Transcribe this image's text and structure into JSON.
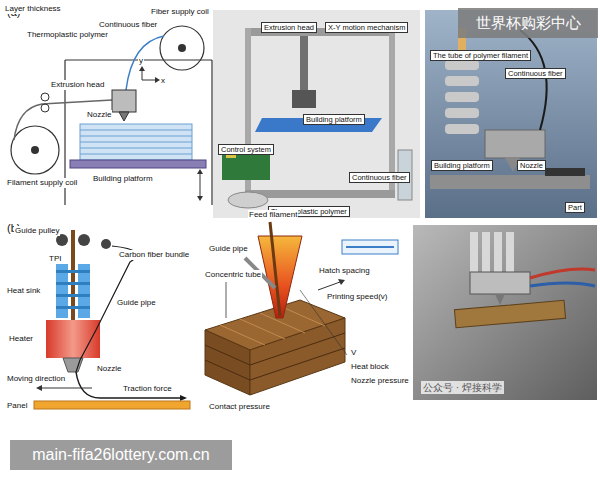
{
  "diagram": {
    "nodes": [
      {
        "text": [
          "世界杯购彩中心"
        ]
      },
      {
        "text": [
          "main-fifa26lottery.com.cn"
        ]
      },
      {
        "text": [
          "Extrusion head",
          "X-Y motion mechanism",
          "Building platform",
          "Control system",
          "Continuous fiber",
          "Thermoplastic polymer"
        ]
      },
      {
        "text": [
          "The tube of polymer filament",
          "Continuous fiber",
          "Building platform",
          "Nozzle",
          "Part"
        ]
      },
      {
        "text": [
          "公众号 · 焊接科学"
        ]
      }
    ],
    "labels": [
      "(a)",
      "Thermoplastic polymer",
      "Continuous fiber",
      "Fiber supply coil",
      "Extrusion head",
      "y",
      "x",
      "Nozzle",
      "Filament supply coil",
      "Building platform",
      "(b)",
      "Guide pulley",
      "TPI",
      "Carbon fiber bundle",
      "Heat sink",
      "Guide pipe",
      "Heater",
      "Moving direction",
      "Nozzle",
      "Traction force",
      "Panel",
      "Feed filament",
      "Guide pipe",
      "Concentric tube",
      "Hatch spacing",
      "Printing speed(v)",
      "V",
      "Heat block",
      "Nozzle pressure",
      "Contact pressure",
      "Layer thickness"
    ]
  }
}
